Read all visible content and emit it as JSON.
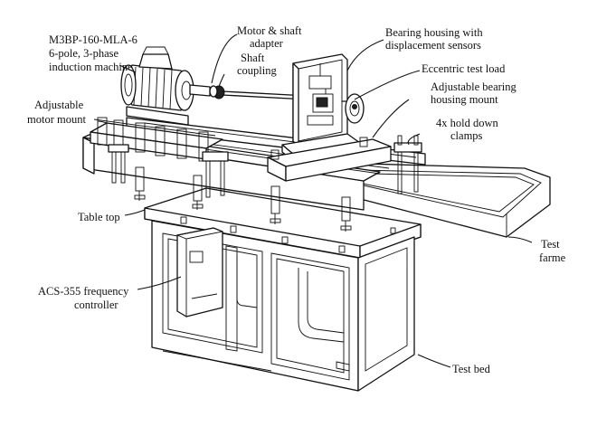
{
  "labels": {
    "motor_model": "M3BP-160-MLA-6",
    "motor_desc_1": "6-pole, 3-phase",
    "motor_desc_2": "induction machine",
    "motor_adapter_1": "Motor & shaft",
    "motor_adapter_2": "adapter",
    "shaft_coupling_1": "Shaft",
    "shaft_coupling_2": "coupling",
    "bearing_housing_1": "Bearing housing with",
    "bearing_housing_2": "displacement sensors",
    "eccentric_load": "Eccentric test load",
    "adj_bearing_1": "Adjustable bearing",
    "adj_bearing_2": "housing mount",
    "clamps_1": "4x hold down",
    "clamps_2": "clamps",
    "adj_motor_1": "Adjustable",
    "adj_motor_2": "motor mount",
    "table_top": "Table top",
    "test_frame_1": "Test",
    "test_frame_2": "farme",
    "controller_1": "ACS-355 frequency",
    "controller_2": "controller",
    "test_bed": "Test bed"
  }
}
